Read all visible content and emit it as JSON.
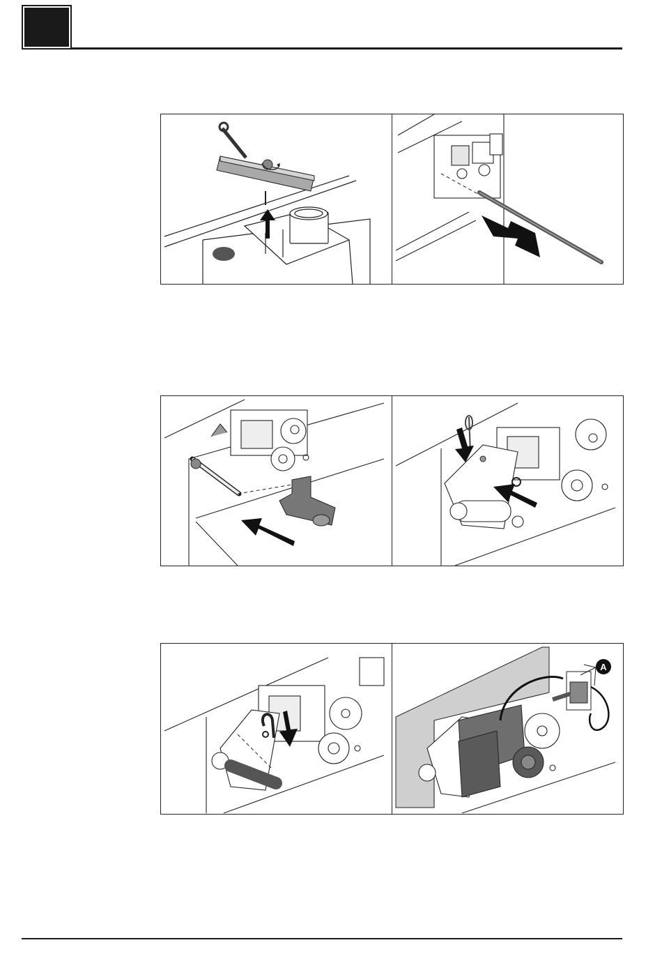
{
  "figures": [
    {
      "left": {
        "illustration": "remove-cover-plate",
        "arrow": "up"
      },
      "right": {
        "illustration": "insert-shaft",
        "arrow": "diagonal-in"
      }
    },
    {
      "left": {
        "illustration": "fit-lever-arm",
        "arrow": "diagonal-in"
      },
      "right": {
        "illustration": "fit-split-pin-and-washer",
        "arrow": "down-and-diagonal"
      }
    },
    {
      "left": {
        "illustration": "fit-retaining-clip",
        "arrow": "down"
      },
      "right": {
        "illustration": "motor-and-microswitch-wiring",
        "callout": "A",
        "highlight_color": "#cfcfcf",
        "motor_color": "#6e6e6e"
      }
    }
  ],
  "colors": {
    "ink": "#1a1a1a",
    "paper": "#ffffff",
    "shade": "#cfcfcf"
  }
}
